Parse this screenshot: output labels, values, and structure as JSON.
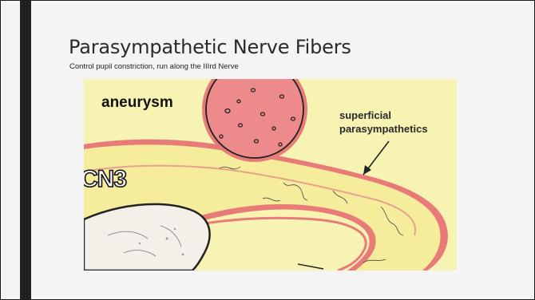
{
  "slide": {
    "title": "Parasympathetic Nerve Fibers",
    "subtitle": "Control pupil constriction, run along the IIIrd Nerve"
  },
  "figure": {
    "labels": {
      "aneurysm": "aneurysm",
      "cn3": "CN3",
      "superficial_line1": "superficial",
      "superficial_line2": "parasympathetics"
    },
    "colors": {
      "background": "#f7f3b3",
      "nerve_fill": "#f5ec9c",
      "nerve_border": "#e87a78",
      "aneurysm_fill": "#ec8a8c",
      "bone_fill": "#f3f0ea"
    }
  },
  "colors": {
    "slide_background": "#f4f4f4",
    "accent_bar": "#1f1f1f",
    "title_text": "#2b2b2b"
  }
}
